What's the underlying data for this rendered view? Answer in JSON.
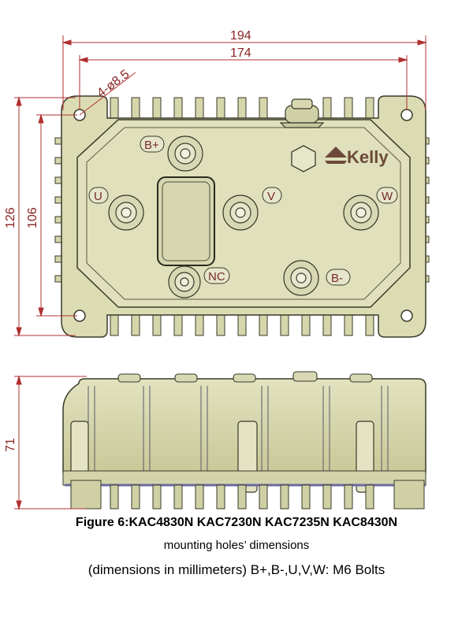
{
  "dimensions": {
    "overall_width": "194",
    "hole_spacing_width": "174",
    "hole_callout": "4-ø8.5",
    "overall_height": "126",
    "hole_spacing_height": "106",
    "side_height": "71"
  },
  "terminals": {
    "b_plus": "B+",
    "b_minus": "B-",
    "u": "U",
    "v": "V",
    "w": "W",
    "nc": "NC"
  },
  "logo": {
    "text": "Kelly"
  },
  "caption": {
    "figure_line": "Figure 6:KAC4830N  KAC7230N  KAC7235N  KAC8430N",
    "subtitle": "mounting holes’ dimensions",
    "units_note": "(dimensions in millimeters) B+,B-,U,V,W: M6 Bolts"
  },
  "colors": {
    "body_fill": "#dcdcb4",
    "outline": "#3a3a2a",
    "dimension_line": "#b03030",
    "shadow_blue": "#6a6aa0"
  }
}
